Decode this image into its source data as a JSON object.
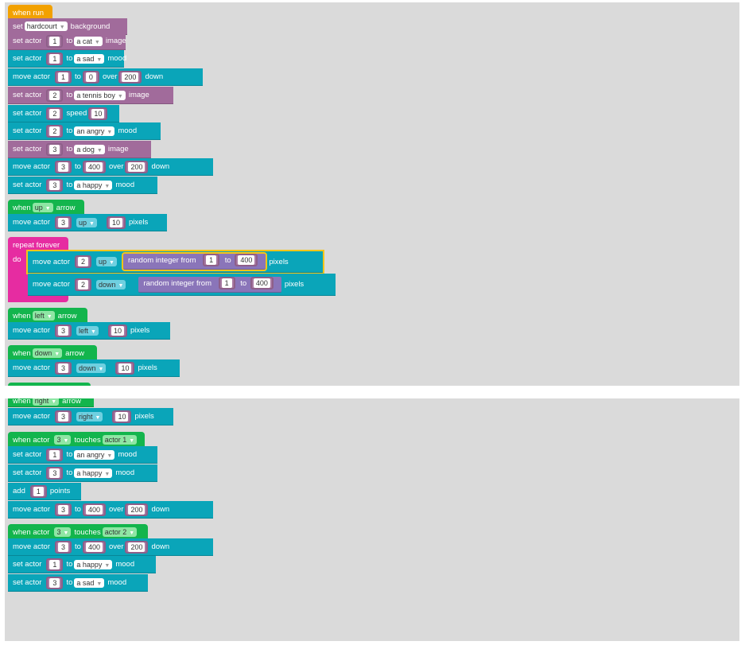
{
  "colors": {
    "workspace": "#dadada",
    "event_orange": "#f2a100",
    "looks_purple": "#a16b9b",
    "motion_teal": "#0aa5b9",
    "event_green": "#13b54d",
    "control_pink": "#e62ca1",
    "random_purple": "#8a75b9",
    "selection_yellow": "#f5c518"
  },
  "w": {
    "when_run": "when run",
    "set": "set",
    "background": "background",
    "set_actor": "set actor",
    "to": "to",
    "image": "image",
    "mood": "mood",
    "move_actor": "move actor",
    "over": "over",
    "down": "down",
    "speed": "speed",
    "when": "when",
    "arrow": "arrow",
    "pixels": "pixels",
    "repeat_forever": "repeat forever",
    "do": "do",
    "random_integer_from": "random integer from",
    "when_actor": "when actor",
    "touches": "touches",
    "add": "add",
    "points": "points",
    "arrow_glyph": "▼"
  },
  "v": {
    "hardcourt": "hardcourt",
    "a_cat": "a cat",
    "a_sad": "a sad",
    "a_tennis_boy": "a tennis boy",
    "an_angry": "an angry",
    "a_dog": "a dog",
    "a_happy": "a happy",
    "up": "up",
    "down": "down",
    "left": "left",
    "right": "right",
    "actor_1": "actor 1",
    "actor_2": "actor 2",
    "n0": "0",
    "n1": "1",
    "n2": "2",
    "n3": "3",
    "n10": "10",
    "n200": "200",
    "n400": "400"
  }
}
